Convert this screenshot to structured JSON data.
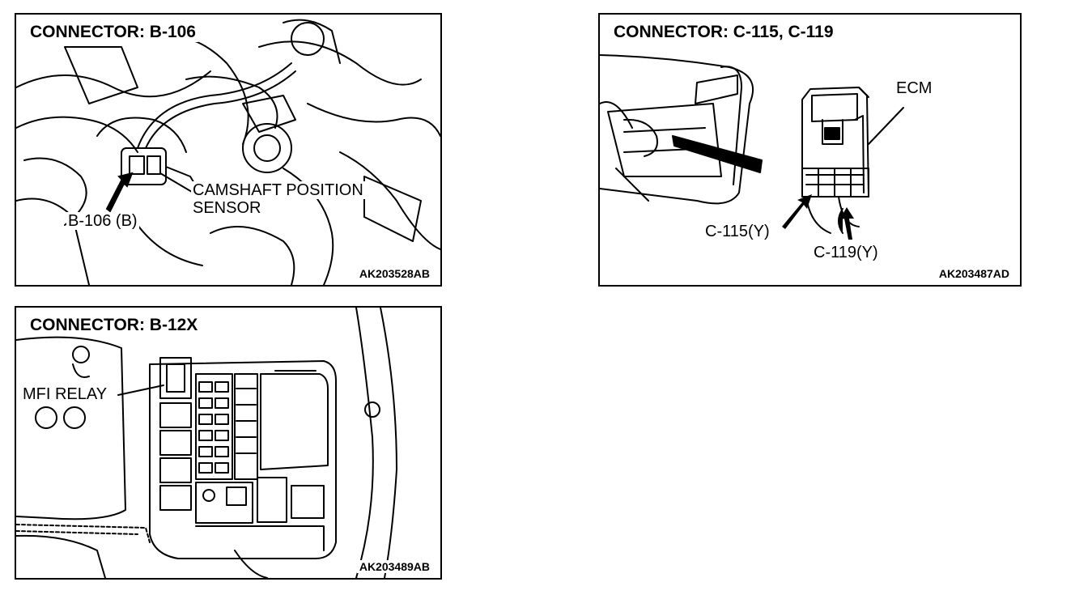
{
  "panels": {
    "b106": {
      "title": "CONNECTOR: B-106",
      "labels": {
        "sensor_line1": "CAMSHAFT POSITION",
        "sensor_line2": "SENSOR",
        "connector": "B-106 (B)"
      },
      "code": "AK203528AB"
    },
    "c115": {
      "title": "CONNECTOR: C-115, C-119",
      "labels": {
        "ecm": "ECM",
        "c115": "C-115(Y)",
        "c119": "C-119(Y)"
      },
      "code": "AK203487AD"
    },
    "b12x": {
      "title": "CONNECTOR: B-12X",
      "labels": {
        "relay": "MFI RELAY"
      },
      "code": "AK203489AB"
    }
  }
}
